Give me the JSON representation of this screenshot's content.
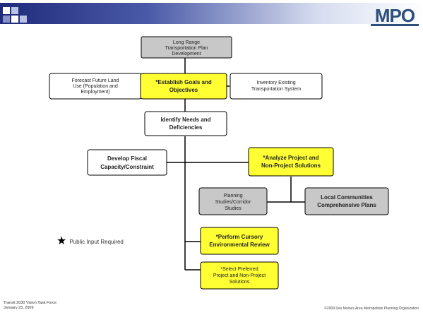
{
  "brand": {
    "logo_text": "MPO"
  },
  "diagram": {
    "nodes": {
      "long_range": {
        "lines": [
          "Long Range",
          "Transportation Plan",
          "Development"
        ],
        "style": "gray"
      },
      "forecast": {
        "lines": [
          "Forecast Future Land",
          "Use (Population and",
          "Employment)"
        ],
        "style": "white"
      },
      "goals": {
        "lines": [
          "*Establish Goals and",
          "Objectives"
        ],
        "style": "yellow"
      },
      "inventory": {
        "lines": [
          "Inventory Existing",
          "Transportation System"
        ],
        "style": "white"
      },
      "needs": {
        "lines": [
          "Identify Needs and",
          "Deficiencies"
        ],
        "style": "white"
      },
      "fiscal": {
        "lines": [
          "Develop Fiscal",
          "Capacity/Constraint"
        ],
        "style": "white"
      },
      "analyze": {
        "lines": [
          "*Analyze Project and",
          "Non-Project Solutions"
        ],
        "style": "yellow"
      },
      "planning": {
        "lines": [
          "Planning",
          "Studies/Corridor",
          "Studies"
        ],
        "style": "gray"
      },
      "local": {
        "lines": [
          "Local Communities",
          "Comprehensive Plans"
        ],
        "style": "gray"
      },
      "cursory": {
        "lines": [
          "*Perform Cursory",
          "Environmental Review"
        ],
        "style": "yellow"
      },
      "select": {
        "lines": [
          "*Select Preferred",
          "Project and Non-Project",
          "Solutions"
        ],
        "style": "yellow"
      }
    }
  },
  "legend": {
    "symbol": "star-icon",
    "text": "Public Input Required"
  },
  "footer": {
    "left_line1": "Transit 2030 Vision Task Force",
    "left_line2": "January 23, 2009",
    "right": "©2009 Des Moines Area Metropolitan Planning Organization"
  },
  "colors": {
    "yellow": "#ffff33",
    "gray": "#c8c8c8",
    "white": "#ffffff",
    "header_blue": "#1f2a7a"
  }
}
